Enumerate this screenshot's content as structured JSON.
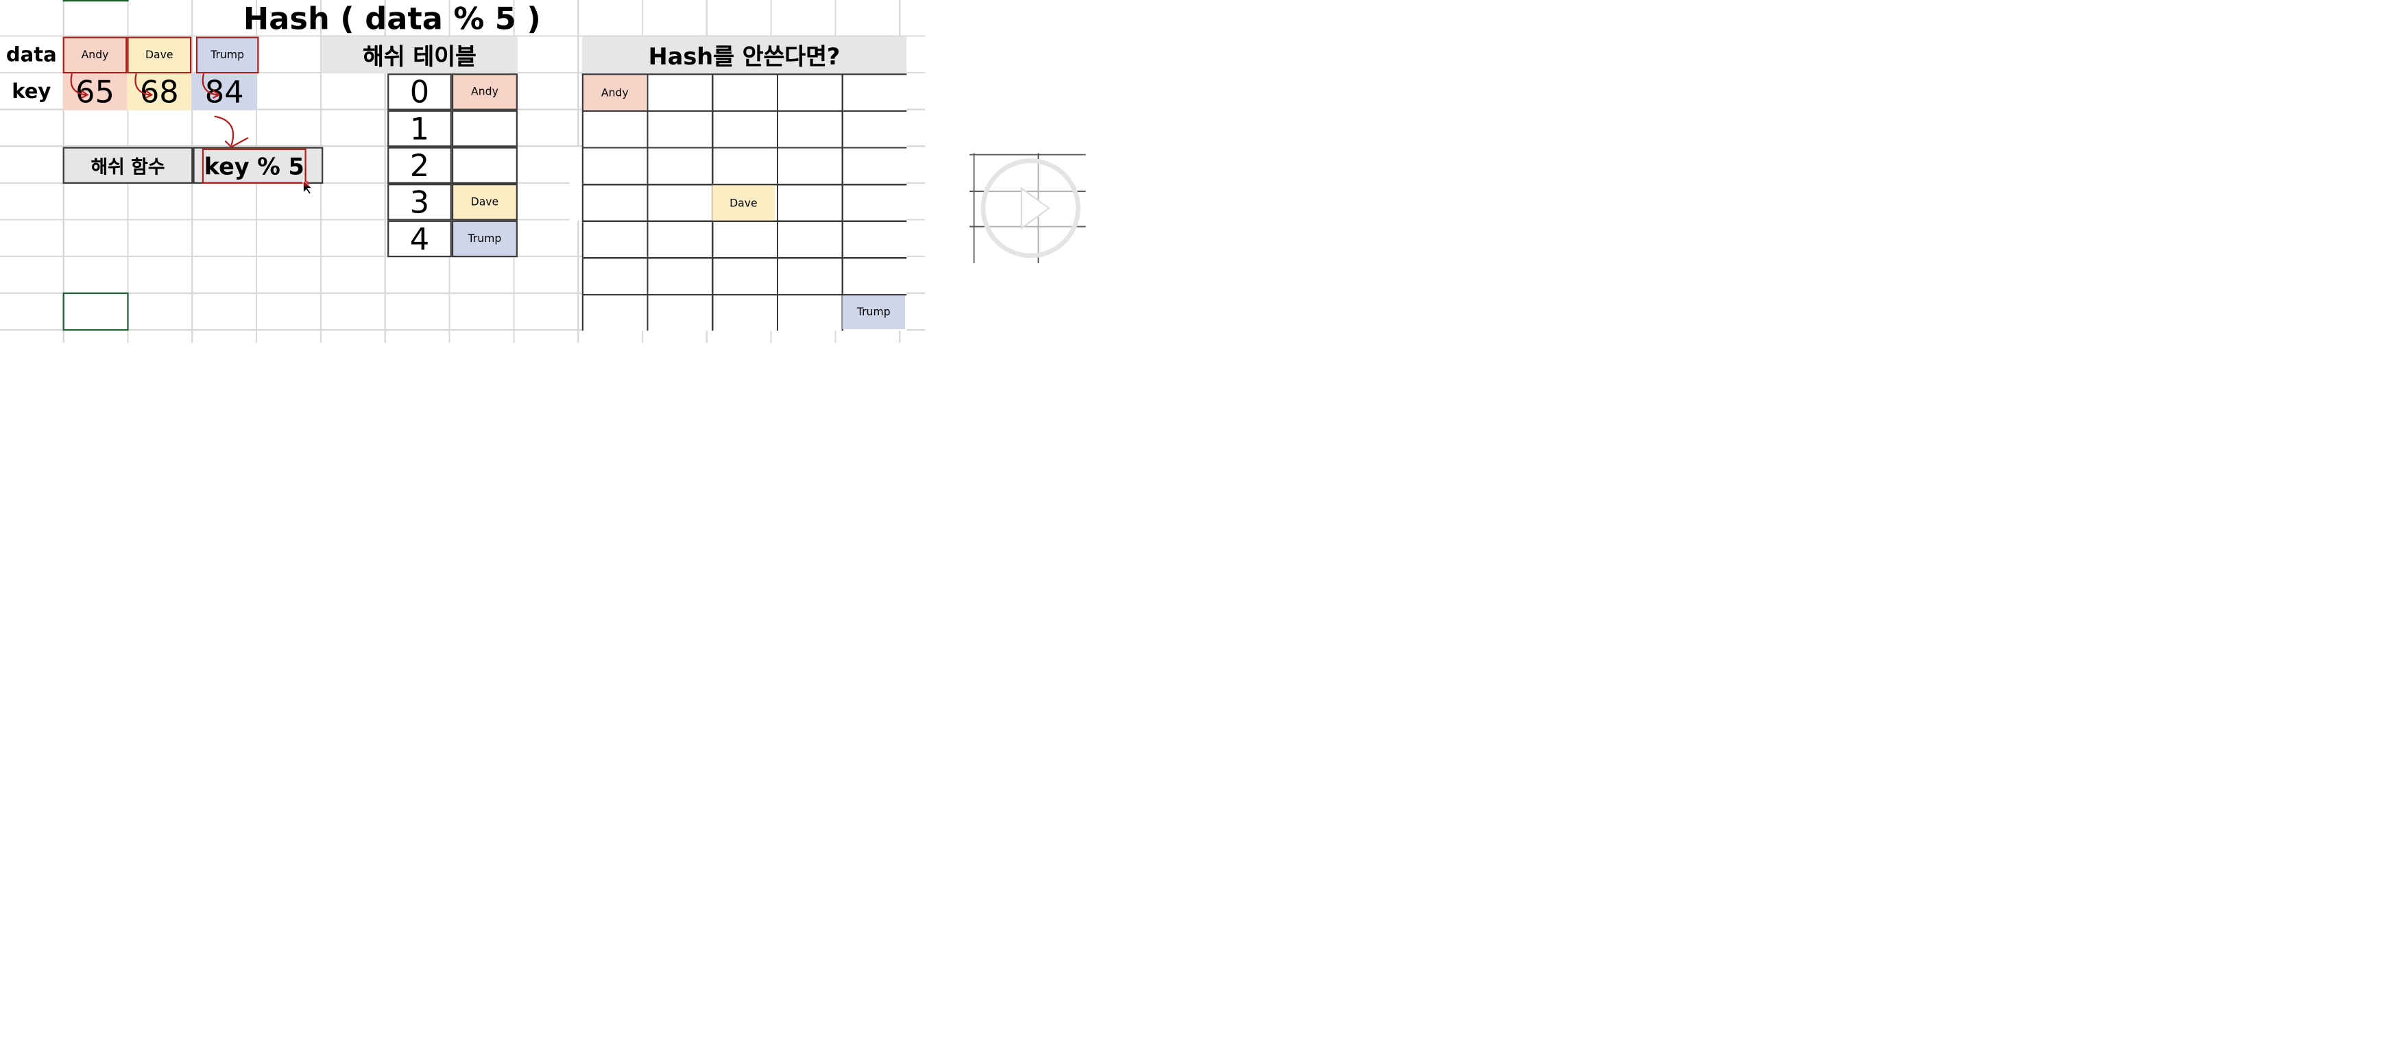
{
  "title": "Hash ( data % 5 )",
  "row_labels": {
    "data": "data",
    "key": "key"
  },
  "records": [
    {
      "name": "Andy",
      "key": "65",
      "color": "#f8d3c7"
    },
    {
      "name": "Dave",
      "key": "68",
      "color": "#fdedc4"
    },
    {
      "name": "Trump",
      "key": "84",
      "color": "#cfd6ea"
    }
  ],
  "hash_function": {
    "label": "해쉬 함수",
    "formula": "key % 5"
  },
  "hash_table": {
    "header": "해쉬 테이블",
    "rows": [
      {
        "index": "0",
        "value": "Andy"
      },
      {
        "index": "1",
        "value": ""
      },
      {
        "index": "2",
        "value": ""
      },
      {
        "index": "3",
        "value": "Dave"
      },
      {
        "index": "4",
        "value": "Trump"
      }
    ]
  },
  "no_hash": {
    "header": "Hash를 안쓴다면?",
    "items": {
      "andy": "Andy",
      "dave": "Dave",
      "trump": "Trump"
    }
  },
  "video_overlay": {
    "icon": "play-icon"
  }
}
